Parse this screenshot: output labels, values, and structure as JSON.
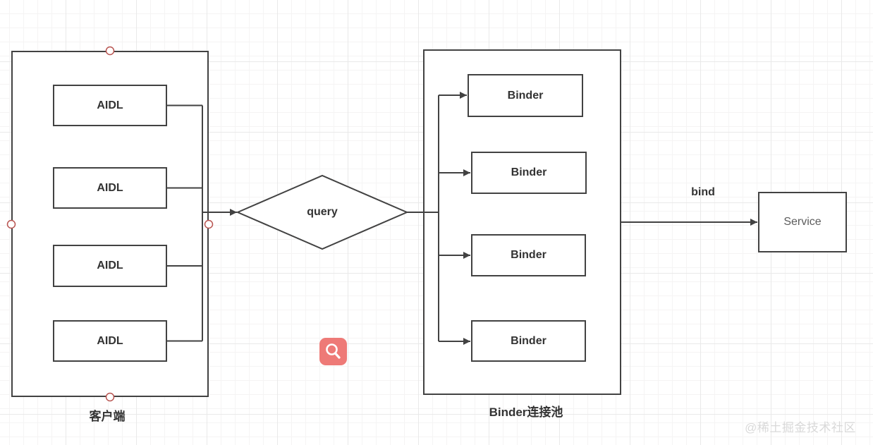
{
  "diagram": {
    "client_group": {
      "label": "客户端",
      "items": [
        {
          "label": "AIDL"
        },
        {
          "label": "AIDL"
        },
        {
          "label": "AIDL"
        },
        {
          "label": "AIDL"
        }
      ]
    },
    "binder_pool_group": {
      "label": "Binder连接池",
      "items": [
        {
          "label": "Binder"
        },
        {
          "label": "Binder"
        },
        {
          "label": "Binder"
        },
        {
          "label": "Binder"
        }
      ]
    },
    "query_node": {
      "label": "query"
    },
    "service_node": {
      "label": "Service"
    },
    "bind_edge": {
      "label": "bind"
    }
  },
  "overlay": {
    "magnifier_icon": "magnifier",
    "magnifier_color": "#ee7a77"
  },
  "colors": {
    "line": "#424242",
    "selection_handle": "#b85450",
    "grid_minor": "#f5f4f4",
    "grid_major": "#e9e9e9"
  },
  "watermark": {
    "text": "@稀土掘金技术社区"
  }
}
